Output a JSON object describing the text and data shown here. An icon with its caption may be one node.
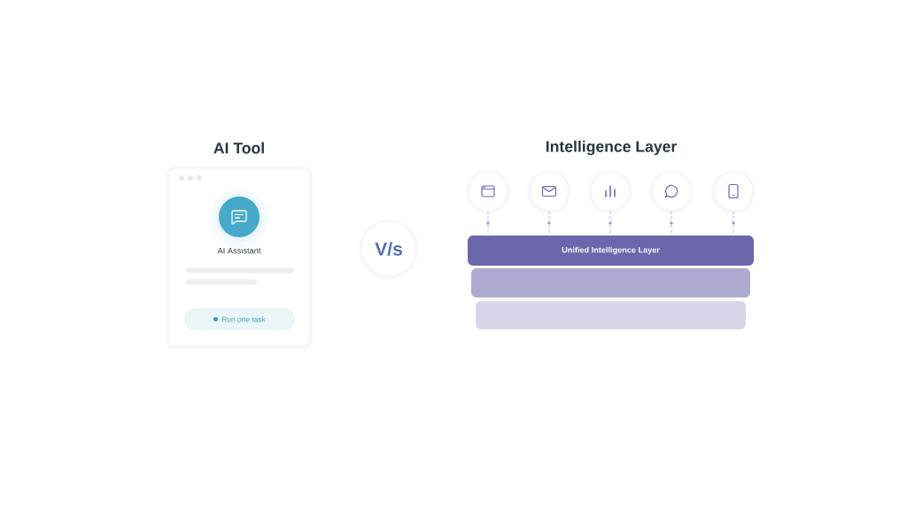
{
  "diagram": {
    "nodes": [
      {
        "text": [
          "AI Tool",
          "AI Assistant"
        ]
      },
      {
        "text": [
          "Run one task"
        ],
        "in": 0
      },
      {
        "text": [
          "V/s"
        ]
      },
      {
        "text": [],
        "shape": "circle"
      },
      {
        "text": [],
        "shape": "circle"
      },
      {
        "text": [],
        "shape": "circle"
      },
      {
        "text": [],
        "shape": "circle"
      },
      {
        "text": [],
        "shape": "circle"
      },
      {
        "text": [
          "Unified Intelligence Layer"
        ]
      },
      {
        "text": [],
        "shape": "bar"
      },
      {
        "text": [],
        "shape": "bar"
      }
    ],
    "edges": [
      {
        "from": 3,
        "to": 8,
        "arrow": "none",
        "style": "dashed"
      },
      {
        "from": 4,
        "to": 8,
        "arrow": "none",
        "style": "dashed"
      },
      {
        "from": 5,
        "to": 8,
        "arrow": "none",
        "style": "dashed"
      },
      {
        "from": 6,
        "to": 8,
        "arrow": "none",
        "style": "dashed"
      },
      {
        "from": 7,
        "to": 8,
        "arrow": "none",
        "style": "dashed"
      }
    ],
    "labels": [
      "Intelligence Layer"
    ]
  }
}
